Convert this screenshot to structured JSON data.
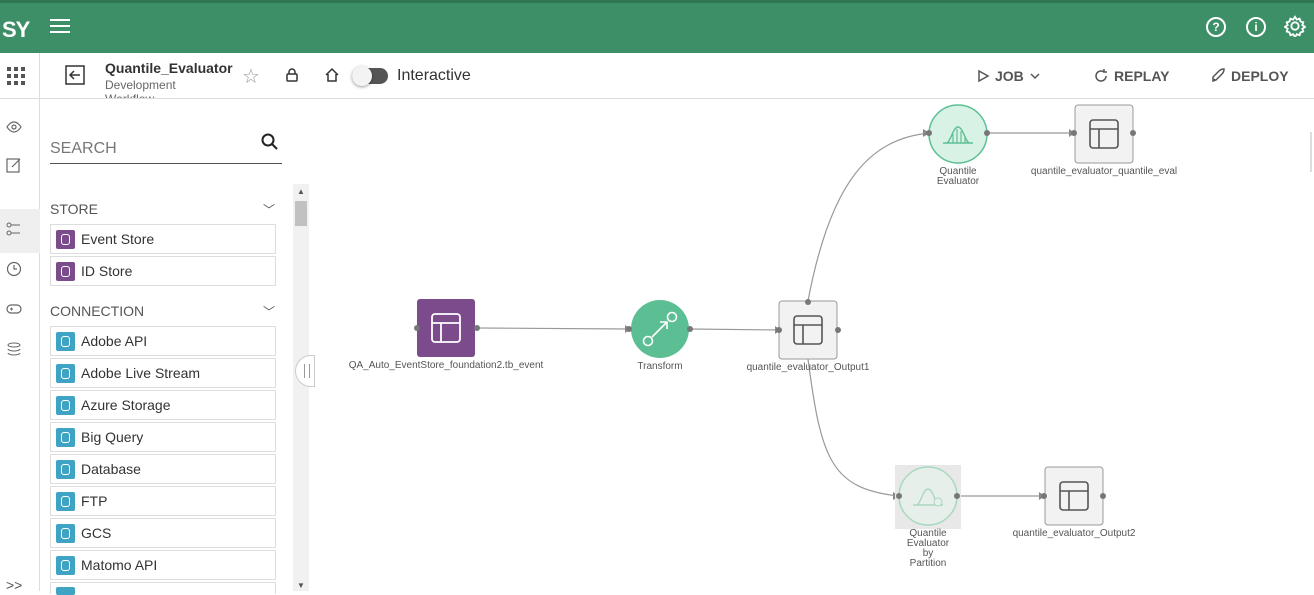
{
  "app": {
    "logo": "SY"
  },
  "header": {
    "icons": [
      "help-icon",
      "info-icon",
      "settings-gear-icon"
    ],
    "help_glyph": "?",
    "info_glyph": "i"
  },
  "toolbar": {
    "title": "Quantile_Evaluator",
    "subtitle": "Development Workflow",
    "toggle_label": "Interactive",
    "toggle_on": false,
    "job_label": "JOB",
    "replay_label": "REPLAY",
    "deploy_label": "DEPLOY"
  },
  "sidebar": {
    "search_placeholder": "SEARCH",
    "sections": [
      {
        "label": "STORE",
        "items": [
          {
            "label": "Event Store",
            "icon": "database-icon",
            "color": "#7b4b8c"
          },
          {
            "label": "ID Store",
            "icon": "id-database-icon",
            "color": "#7b4b8c"
          }
        ]
      },
      {
        "label": "CONNECTION",
        "items": [
          {
            "label": "Adobe API",
            "icon": "adobe-icon",
            "color": "#3fa3c4"
          },
          {
            "label": "Adobe Live Stream",
            "icon": "adobe-stream-icon",
            "color": "#3fa3c4"
          },
          {
            "label": "Azure Storage",
            "icon": "azure-icon",
            "color": "#3fa3c4"
          },
          {
            "label": "Big Query",
            "icon": "bigquery-icon",
            "color": "#3fa3c4"
          },
          {
            "label": "Database",
            "icon": "database-icon",
            "color": "#3fa3c4"
          },
          {
            "label": "FTP",
            "icon": "folder-icon",
            "color": "#3fa3c4"
          },
          {
            "label": "GCS",
            "icon": "cloud-storage-icon",
            "color": "#3fa3c4"
          },
          {
            "label": "Matomo API",
            "icon": "matomo-icon",
            "color": "#3fa3c4"
          }
        ]
      }
    ]
  },
  "canvas": {
    "nodes": {
      "source": "QA_Auto_EventStore_foundation2.tb_event",
      "transform": "Transform",
      "output1": "quantile_evaluator_Output1",
      "qe": "Quantile Evaluator",
      "qe_out": "quantile_evaluator_quantile_eval",
      "qep": "Quantile Evaluator by Partition",
      "output2": "quantile_evaluator_Output2"
    },
    "colors": {
      "source": "#7b4b8c",
      "transform": "#5cbf93",
      "quantile": "#d9f2e6",
      "table": "#f2f2f2"
    }
  }
}
